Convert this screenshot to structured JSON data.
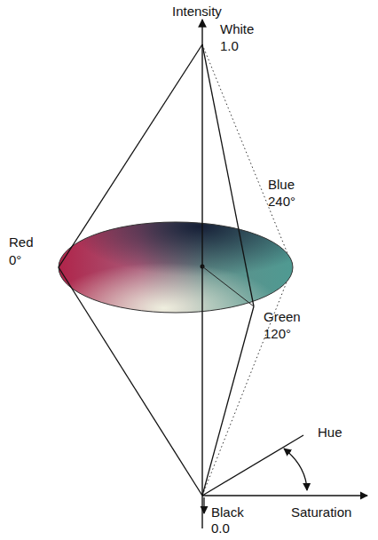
{
  "diagram": {
    "labels": [
      "Intensity",
      "White",
      "1.0",
      "Blue",
      "240°",
      "Red",
      "0°",
      "Green",
      "120°",
      "Hue",
      "Saturation",
      "Black",
      "0.0"
    ]
  }
}
